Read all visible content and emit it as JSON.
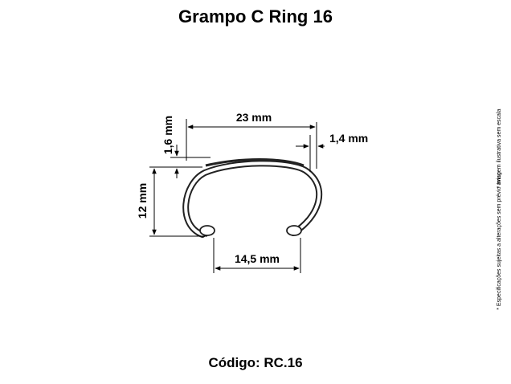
{
  "title": "Grampo C Ring 16",
  "code_label": "Código: RC.16",
  "side_notes": {
    "note_1": "* Imagem ilustrativa sem escala",
    "note_2": "* Especificações sujeitas a alterações sem prévio aviso"
  },
  "dimensions": {
    "width_top": "23 mm",
    "wire_gap": "1,4 mm",
    "wire_thickness": "1,6 mm",
    "height": "12 mm",
    "opening": "14,5 mm"
  },
  "colors": {
    "line": "#000000",
    "ring_fill": "#ffffff",
    "ring_stroke": "#222222"
  }
}
